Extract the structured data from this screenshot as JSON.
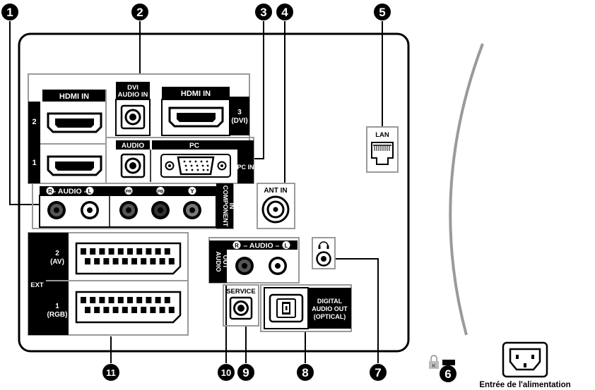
{
  "callouts": [
    "1",
    "2",
    "3",
    "4",
    "5",
    "6",
    "7",
    "8",
    "9",
    "10",
    "11"
  ],
  "labels": {
    "hdmi_in_left": "HDMI IN",
    "hdmi_2": "2",
    "hdmi_1": "1",
    "dvi_audio_line1": "DVI",
    "dvi_audio_line2": "AUDIO IN",
    "hdmi_in_right": "HDMI IN",
    "hdmi3_line1": "3",
    "hdmi3_line2": "(DVI)",
    "audio": "AUDIO",
    "pc": "PC",
    "pc_in": "PC IN",
    "audio_r": "R",
    "audio_text": "– AUDIO –",
    "audio_l": "L",
    "pr": "PR",
    "pb": "PB",
    "y": "Y",
    "component_line1": "COMPONENT",
    "component_line2": "IN",
    "ant_in": "ANT IN",
    "lan": "LAN",
    "ext": "EXT",
    "ext2_line1": "2",
    "ext2_line2": "(AV)",
    "ext1_line1": "1",
    "ext1_line2": "(RGB)",
    "out_r": "R",
    "out_audio_text": "– AUDIO –",
    "out_l": "L",
    "audio_out_line1": "AUDIO",
    "audio_out_line2": "OUT",
    "service": "SERVICE",
    "digital_line1": "DIGITAL",
    "digital_line2": "AUDIO OUT",
    "digital_line3": "(OPTICAL)",
    "kensington": "K",
    "power_caption": "Entrée de l'alimentation"
  },
  "icons": {
    "headphone": "headphone-icon",
    "lock": "lock-icon",
    "power_socket": "power-socket-icon"
  },
  "colors": {
    "line": "#000000",
    "panel_bg": "#ffffff",
    "label_bg": "#000000",
    "divider": "#9a9a9a",
    "rca_ring": "#3a3a3a"
  }
}
